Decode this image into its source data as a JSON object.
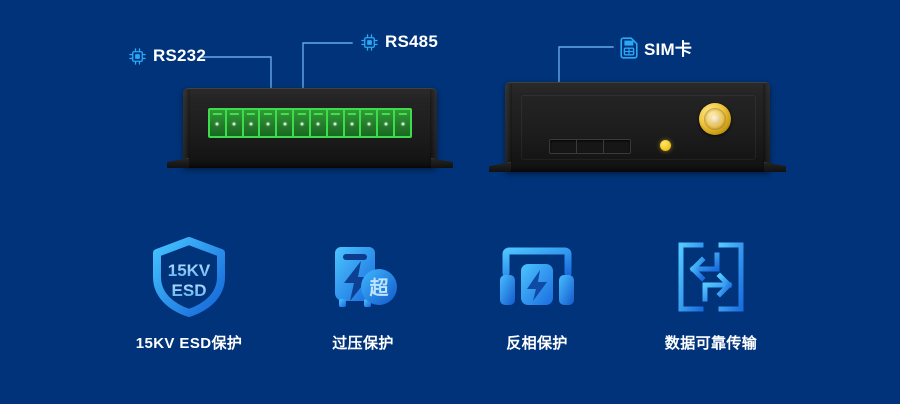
{
  "theme": {
    "background": "#00337a",
    "accent": "#2aa7f5",
    "icon_blue_light": "#3cb4fb",
    "icon_blue_dark": "#1f6fe0",
    "label_text": "#ffffff",
    "terminal_green": "#3ddc4a",
    "led_yellow": "#f5c92a",
    "sma_gold": "#f0c63c"
  },
  "callouts": [
    {
      "id": "rs232",
      "label": "RS232",
      "icon": "chip-icon"
    },
    {
      "id": "rs485",
      "label": "RS485",
      "icon": "chip-icon"
    },
    {
      "id": "sim",
      "label": "SIM卡",
      "icon": "sim-card-icon"
    }
  ],
  "devices": {
    "left": {
      "name": "front-view",
      "terminal_count": 12,
      "terminal_label": "12-position screw terminal block"
    },
    "right": {
      "name": "rear-view",
      "sim_slot_segments": 3,
      "led_label": "status-led",
      "antenna_label": "sma-antenna-connector"
    }
  },
  "features": [
    {
      "id": "esd",
      "icon": "shield-icon",
      "badge_top": "15KV",
      "badge_bottom": "ESD",
      "caption": "15KV ESD保护"
    },
    {
      "id": "overvolt",
      "icon": "surge-protector-icon",
      "badge_top": "超",
      "badge_bottom": "",
      "caption": "过压保护"
    },
    {
      "id": "reverse",
      "icon": "reverse-phase-icon",
      "badge_top": "",
      "badge_bottom": "",
      "caption": "反相保护"
    },
    {
      "id": "transfer",
      "icon": "data-transfer-icon",
      "badge_top": "",
      "badge_bottom": "",
      "caption": "数据可靠传输"
    }
  ]
}
